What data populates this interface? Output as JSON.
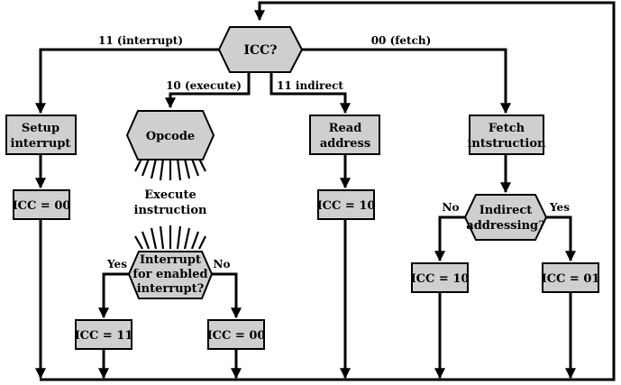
{
  "nodes": {
    "icc_decision": "ICC?",
    "setup_interrupt": [
      "Setup",
      "interrupt"
    ],
    "opcode": "Opcode",
    "execute": [
      "Execute",
      "instruction"
    ],
    "read_address": [
      "Read",
      "address"
    ],
    "fetch_instruction": [
      "Fetch",
      "intstruction"
    ],
    "icc_00_left": "ICC = 00",
    "icc_10_read": "ICC = 10",
    "indirect_decision": [
      "Indirect",
      "addressing?"
    ],
    "interrupt_decision": [
      "Interrupt",
      "for enabled",
      "interrupt?"
    ],
    "icc_11": "ICC = 11",
    "icc_00_exec": "ICC = 00",
    "icc_10_fetch": "ICC = 10",
    "icc_01": "ICC = 01"
  },
  "edge_labels": {
    "interrupt": "11 (interrupt)",
    "fetch": "00 (fetch)",
    "execute": "10 (execute)",
    "indirect": "11 indirect",
    "interrupt_yes": "Yes",
    "interrupt_no": "No",
    "indirect_no": "No",
    "indirect_yes": "Yes"
  }
}
